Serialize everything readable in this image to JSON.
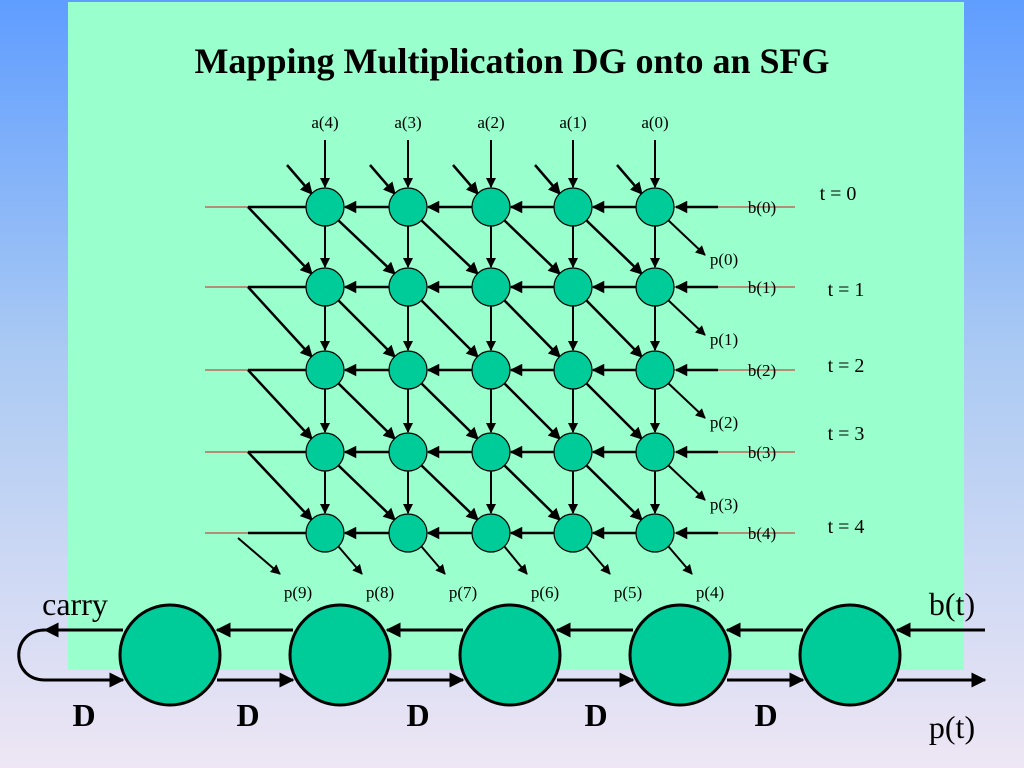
{
  "title": "Mapping Multiplication DG onto an SFG",
  "dg": {
    "inputs_top": [
      "a(4)",
      "a(3)",
      "a(2)",
      "a(1)",
      "a(0)"
    ],
    "inputs_right": [
      "b(0)",
      "b(1)",
      "b(2)",
      "b(3)",
      "b(4)"
    ],
    "time_labels": [
      "t = 0",
      "t = 1",
      "t = 2",
      "t = 3",
      "t = 4"
    ],
    "outputs_right": [
      "p(0)",
      "p(1)",
      "p(2)",
      "p(3)"
    ],
    "outputs_bottom": [
      "p(9)",
      "p(8)",
      "p(7)",
      "p(6)",
      "p(5)",
      "p(4)"
    ]
  },
  "sfg": {
    "carry_label": "carry",
    "input_label": "b(t)",
    "output_label": "p(t)",
    "delay_labels": [
      "D",
      "D",
      "D",
      "D",
      "D"
    ]
  },
  "colors": {
    "panel": "#99ffcc",
    "node": "#00cc99",
    "time_line": "#cc2222"
  }
}
